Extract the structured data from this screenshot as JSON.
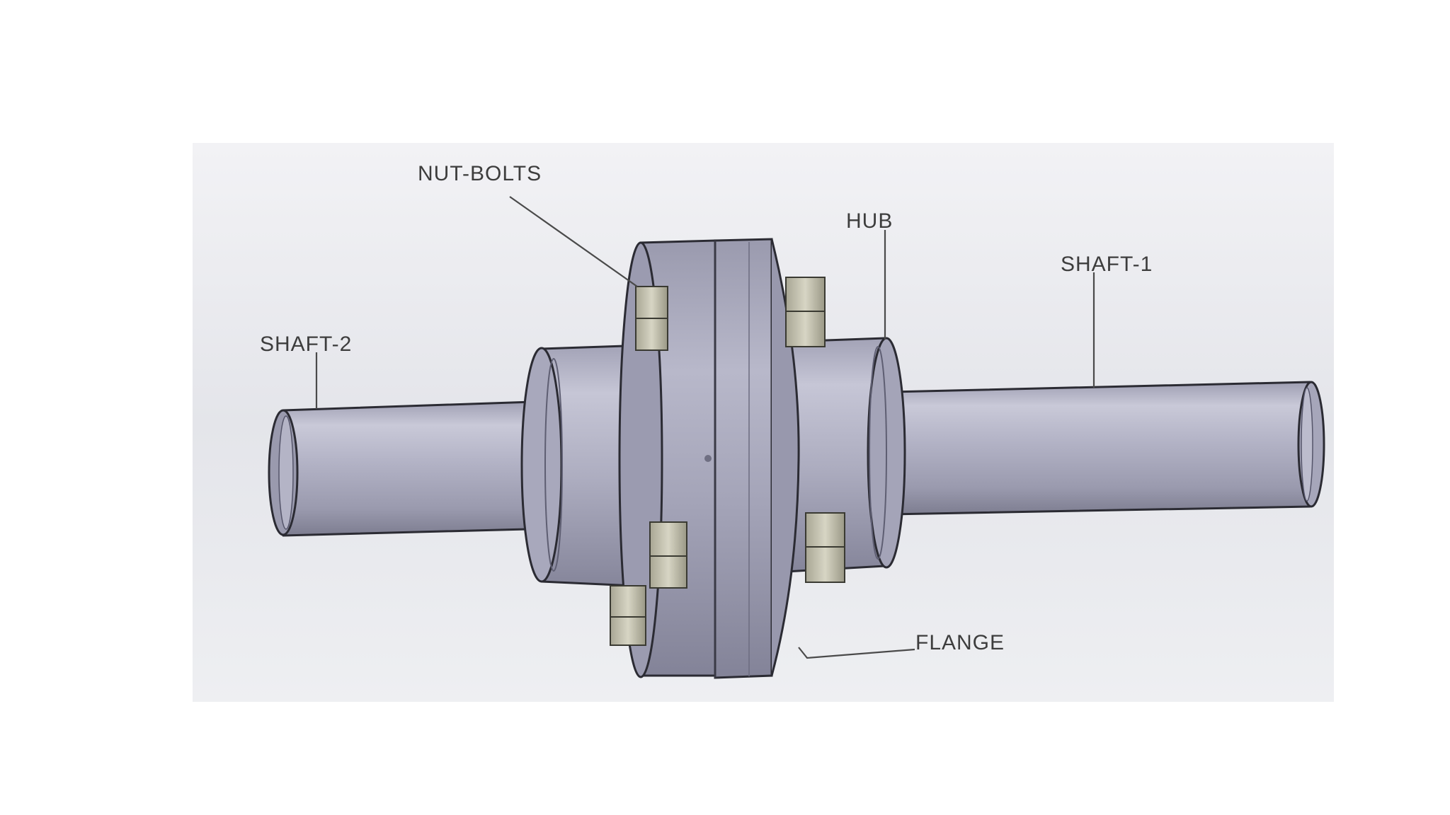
{
  "diagram": {
    "labels": {
      "nut_bolts": "NUT-BOLTS",
      "hub": "HUB",
      "shaft_1": "SHAFT-1",
      "shaft_2": "SHAFT-2",
      "flange": "FLANGE"
    },
    "colors": {
      "background_panel": "#e9eaee",
      "metal_light": "#c4c4d4",
      "metal_mid": "#a7a7ba",
      "metal_dark": "#7b7b8e",
      "bolt_light": "#d6d4c2",
      "bolt_dark": "#9d9b8a",
      "label_text": "#3d3d3d"
    }
  }
}
